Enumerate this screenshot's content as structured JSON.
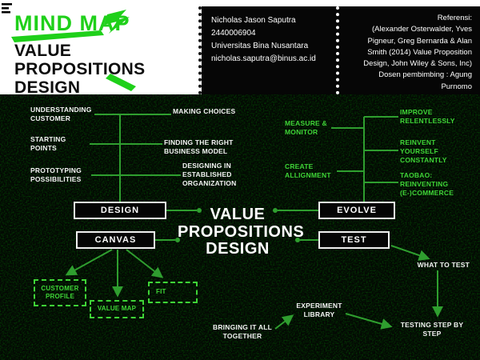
{
  "colors": {
    "accent_green": "#1fd01a",
    "label_green": "#3fd437",
    "line_green": "#2f9e2f",
    "background_black": "#060606",
    "panel_white": "#ffffff"
  },
  "header": {
    "brand": "MIND MAP",
    "title": "VALUE PROPOSITIONS DESIGN",
    "author": {
      "name": "Nicholas Jason Saputra",
      "student_id": "2440006904",
      "university": "Universitas Bina Nusantara",
      "email": "nicholas.saputra@binus.ac.id"
    },
    "reference": {
      "label": "Referensi:",
      "citation": "(Alexander Osterwalder, Yves Pigneur, Greg Bernarda & Alan Smith (2014) Value Proposition Design, John Wiley & Sons, Inc)",
      "supervisor": "Dosen pembimbing : Agung Purnomo"
    }
  },
  "map": {
    "center": {
      "line1": "VALUE",
      "line2": "PROPOSITIONS",
      "line3": "DESIGN"
    },
    "nodes": {
      "design": "DESIGN",
      "canvas": "CANVAS",
      "evolve": "EVOLVE",
      "test": "TEST"
    },
    "design_left": [
      "UNDERSTANDING CUSTOMER",
      "STARTING POINTS",
      "PROTOTYPING POSSIBILITIES"
    ],
    "design_right": [
      "MAKING CHOICES",
      "FINDING THE RIGHT BUSINESS MODEL",
      "DESIGNING IN ESTABLISHED ORGANIZATION"
    ],
    "evolve_left": [
      "MEASURE & MONITOR",
      "CREATE ALLIGNMENT"
    ],
    "evolve_right": [
      "IMPROVE RELENTLESSLY",
      "REINVENT YOURSELF CONSTANTLY",
      "TAOBAO: REINVENTING (E-)COMMERCE"
    ],
    "canvas_children": [
      "CUSTOMER PROFILE",
      "VALUE MAP",
      "FIT"
    ],
    "test_children": {
      "what_to_test": "WHAT TO TEST",
      "testing_steps": "TESTING STEP BY STEP"
    },
    "bottom": {
      "bringing": "BRINGING IT ALL TOGETHER",
      "experiment": "EXPERIMENT LIBRARY"
    }
  }
}
